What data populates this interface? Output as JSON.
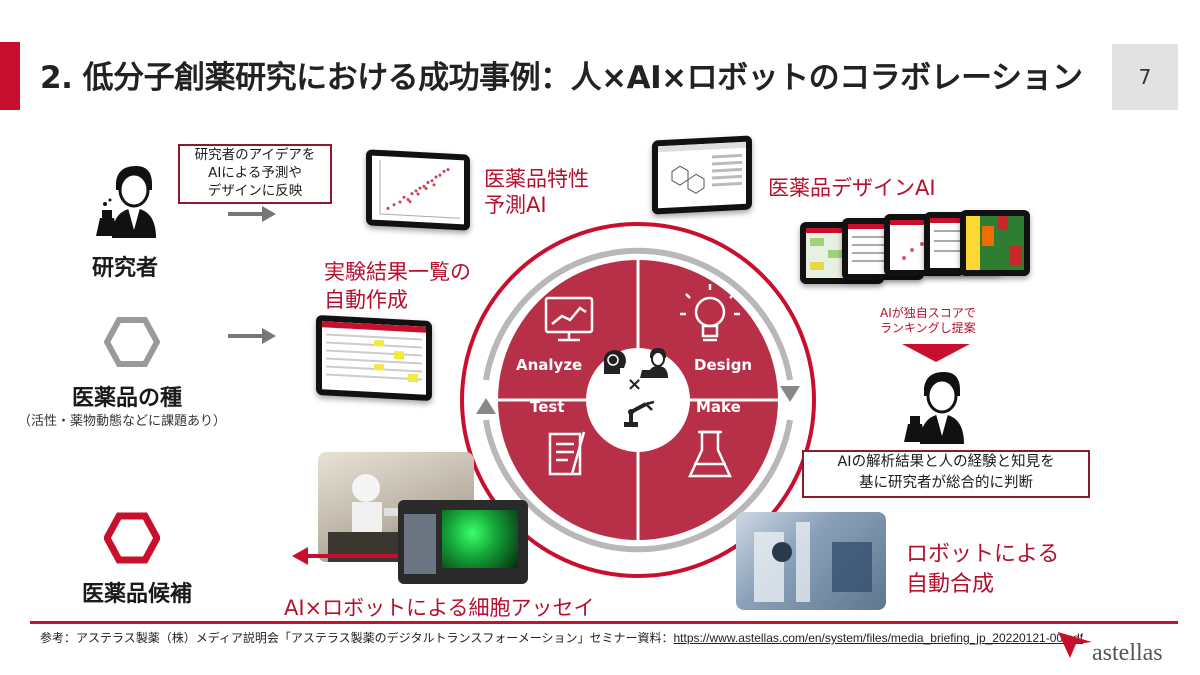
{
  "header": {
    "title": "2. 低分子創薬研究における成功事例：人×AI×ロボットのコラボレーション",
    "page_number": "7"
  },
  "left_column": {
    "researcher_label": "研究者",
    "seed_label": "医薬品の種",
    "seed_sub": "（活性・薬物動態などに課題あり）",
    "candidate_label": "医薬品候補"
  },
  "idea_box": "研究者のアイデアを\nAIによる予測や\nデザインに反映",
  "labels": {
    "property_ai": "医薬品特性\n予測AI",
    "design_ai": "医薬品デザインAI",
    "auto_list": "実験結果一覧の\n自動作成",
    "ai_rank": "AIが独自スコアで\nランキングし提案",
    "robot_synth": "ロボットによる\n自動合成",
    "cell_assay": "AI×ロボットによる細胞アッセイ"
  },
  "judge_box": "AIの解析結果と人の経験と知見を\n基に研究者が総合的に判断",
  "cycle": {
    "analyze": "Analyze",
    "design": "Design",
    "test": "Test",
    "make": "Make",
    "times": "×"
  },
  "footer": {
    "reference_prefix": "参考：アステラス製薬（株）メディア説明会「アステラス製薬のデジタルトランスフォーメーション」セミナー資料：",
    "reference_url": "https://www.astellas.com/en/system/files/media_briefing_jp_20220121-00.pdf",
    "logo_text": "astellas"
  },
  "colors": {
    "brand_red": "#c8102e",
    "dark_red": "#8b1a2c",
    "cycle_red": "#b83047"
  }
}
